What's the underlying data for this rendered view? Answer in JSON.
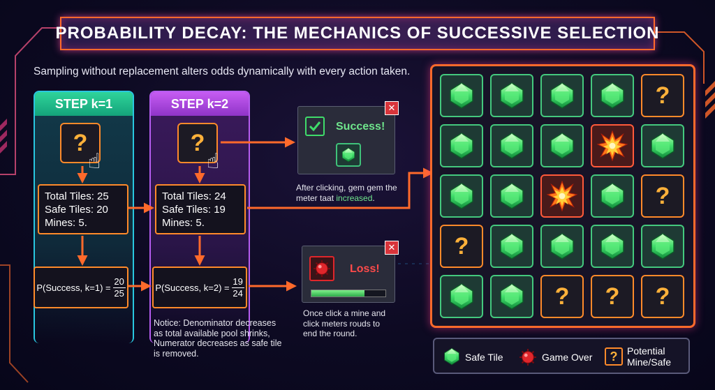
{
  "title": "PROBABILITY DECAY: THE MECHANICS OF SUCCESSIVE SELECTION",
  "subtitle": "Sampling without replacement alters odds dynamically with every action taken.",
  "steps": [
    {
      "header": "STEP k=1",
      "tile_symbol": "?",
      "total": "Total Tiles: 25",
      "safe": "Safe Tiles: 20",
      "mines": "Mines: 5.",
      "prob_label": "P(Success, k=1) =",
      "numerator": "20",
      "denominator": "25"
    },
    {
      "header": "STEP k=2",
      "tile_symbol": "?",
      "total": "Total Tiles: 24",
      "safe": "Safe Tiles: 19",
      "mines": "Mines: 5.",
      "prob_label": "P(Success, k=2) =",
      "numerator": "19",
      "denominator": "24"
    }
  ],
  "notice": [
    "Notice: Denominator decreases",
    "as total available pool shrinks,",
    "Numerator decreases as safe tile",
    "is removed."
  ],
  "success_popup": {
    "close": "✕",
    "title": "Success!",
    "note_line1": "After clicking, gem gem the",
    "note_line2a": "meter taat ",
    "note_line2b": "increased",
    "note_line2c": "."
  },
  "loss_popup": {
    "close": "✕",
    "title": "Loss!",
    "progress": 0.72,
    "note": [
      "Once click a mine and",
      "click meters rouds to",
      "end the round."
    ]
  },
  "grid": [
    [
      "gem",
      "gem",
      "gem",
      "gem",
      "q"
    ],
    [
      "gem",
      "gem",
      "gem",
      "mine",
      "gem"
    ],
    [
      "gem",
      "gem",
      "mine",
      "gem",
      "q"
    ],
    [
      "q",
      "gem",
      "gem",
      "gem",
      "gem"
    ],
    [
      "gem",
      "gem",
      "q",
      "q",
      "q"
    ]
  ],
  "question_mark": "?",
  "legend": {
    "safe": "Safe Tile",
    "over": "Game Over",
    "potential_line1": "Potential",
    "potential_line2": "Mine/Safe",
    "q_symbol": "?"
  },
  "colors": {
    "accent_orange": "#ff8a2a",
    "gem_green": "#3fdc6a",
    "mine_red": "#e0262b",
    "step1": "#2fd49a",
    "step2": "#c65cf2"
  }
}
